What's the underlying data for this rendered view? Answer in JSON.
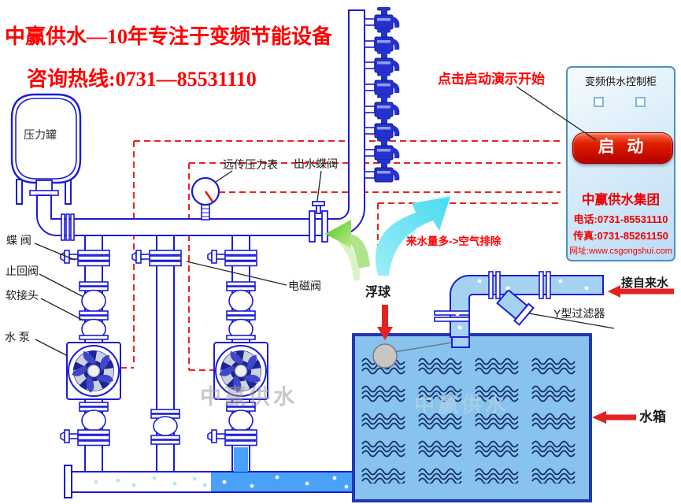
{
  "header": {
    "title": "中赢供水—10年专注于变频节能设备",
    "hotline": "咨询热线:0731—85531110"
  },
  "diagram": {
    "labels": {
      "pressure_tank": "压力罐",
      "butterfly_valve": "蝶 阀",
      "check_valve": "止回阀",
      "soft_joint": "软接头",
      "water_pump": "水 泵",
      "remote_pressure_gauge": "远传压力表",
      "outlet_butterfly_valve": "出水蝶阀",
      "solenoid_valve": "电磁阀",
      "float_ball": "浮球",
      "y_filter": "Y型过滤器",
      "tap_water_inlet": "接自来水",
      "water_tank": "水箱"
    },
    "annotations": {
      "click_to_start": "点击启动演示开始",
      "air_exhaust": "来水量多->空气排除"
    },
    "watermark": "中赢供水"
  },
  "cabinet": {
    "title": "变频供水控制柜",
    "start_button_label": "启 动",
    "company_name": "中赢供水集团",
    "phone": "电话:0731-85531110",
    "fax": "传真:0731-85261150",
    "website": "网址:www.csgongshui.com"
  },
  "colors": {
    "brand_red": "#ff0000",
    "pipe_blue": "#1c1cd8",
    "signal_line_red": "#ee2222",
    "water_dark": "#4aa2f8",
    "water_pipe_light": "#a6d2f2",
    "tank_fill": "#87c3ec",
    "button_red": "#b30000",
    "green_arrow": "#5cc825",
    "cyan_arrow": "#5fe0ee"
  }
}
